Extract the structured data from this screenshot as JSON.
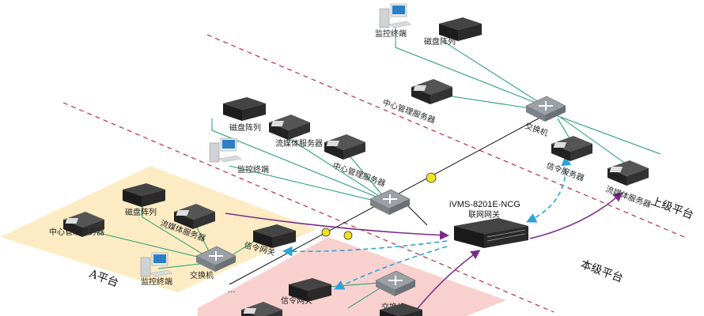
{
  "zones": {
    "upper": "上级平台",
    "current": "本级平台",
    "a": "A平台"
  },
  "gateway": {
    "model": "iVMS-8201E-NCG",
    "name": "联网网关"
  },
  "upper": {
    "monitor": "监控终端",
    "disk": "磁盘阵列",
    "cms": "中心管理服务器",
    "switch": "交换机",
    "signal": "信令服务器",
    "stream": "流媒体服务器"
  },
  "current": {
    "disk": "磁盘阵列",
    "stream": "流媒体服务器",
    "monitor": "监控终端",
    "cms": "中心管理服务器"
  },
  "a": {
    "disk": "磁盘阵列",
    "cms": "中心管理服务器",
    "stream": "流媒体服务器",
    "signal_gw": "信令网关",
    "switch": "交换机",
    "monitor": "监控终端"
  },
  "b": {
    "signal_gw": "信令网关",
    "switch": "交换机"
  },
  "ellipsis": "..."
}
